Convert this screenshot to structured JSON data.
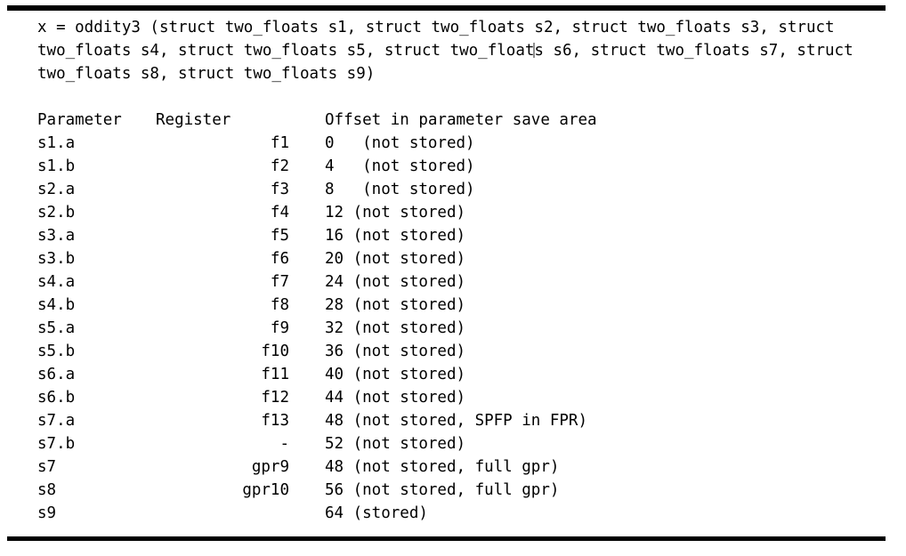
{
  "document": {
    "signature_lines": [
      "x = oddity3 (struct two_floats s1, struct two_floats s2, struct two_floats s3, struct",
      "two_floats s4, struct two_floats s5, struct two_float",
      "s s6, struct two_floats s7, struct",
      "two_floats s8, struct two_floats s9)"
    ],
    "caret_visible": true,
    "table": {
      "headers": {
        "parameter": "Parameter",
        "register": "Register",
        "offset": "Offset in parameter save area"
      },
      "rows": [
        {
          "parameter": "s1.a",
          "register": "f1",
          "offset": "0   (not stored)"
        },
        {
          "parameter": "s1.b",
          "register": "f2",
          "offset": "4   (not stored)"
        },
        {
          "parameter": "s2.a",
          "register": "f3",
          "offset": "8   (not stored)"
        },
        {
          "parameter": "s2.b",
          "register": "f4",
          "offset": "12 (not stored)"
        },
        {
          "parameter": "s3.a",
          "register": "f5",
          "offset": "16 (not stored)"
        },
        {
          "parameter": "s3.b",
          "register": "f6",
          "offset": "20 (not stored)"
        },
        {
          "parameter": "s4.a",
          "register": "f7",
          "offset": "24 (not stored)"
        },
        {
          "parameter": "s4.b",
          "register": "f8",
          "offset": "28 (not stored)"
        },
        {
          "parameter": "s5.a",
          "register": "f9",
          "offset": "32 (not stored)"
        },
        {
          "parameter": "s5.b",
          "register": "f10",
          "offset": "36 (not stored)"
        },
        {
          "parameter": "s6.a",
          "register": "f11",
          "offset": "40 (not stored)"
        },
        {
          "parameter": "s6.b",
          "register": "f12",
          "offset": "44 (not stored)"
        },
        {
          "parameter": "s7.a",
          "register": "f13",
          "offset": "48 (not stored, SPFP in FPR)"
        },
        {
          "parameter": "s7.b",
          "register": "-",
          "offset": "52 (not stored)"
        },
        {
          "parameter": "s7",
          "register": "gpr9",
          "offset": "48 (not stored, full gpr)"
        },
        {
          "parameter": "s8",
          "register": "gpr10",
          "offset": "56 (not stored, full gpr)"
        },
        {
          "parameter": "s9",
          "register": "",
          "offset": "64 (stored)"
        }
      ]
    }
  },
  "colors": {
    "text": "#000000",
    "background": "#ffffff",
    "rule": "#000000",
    "caret": "#8e8e8e"
  }
}
